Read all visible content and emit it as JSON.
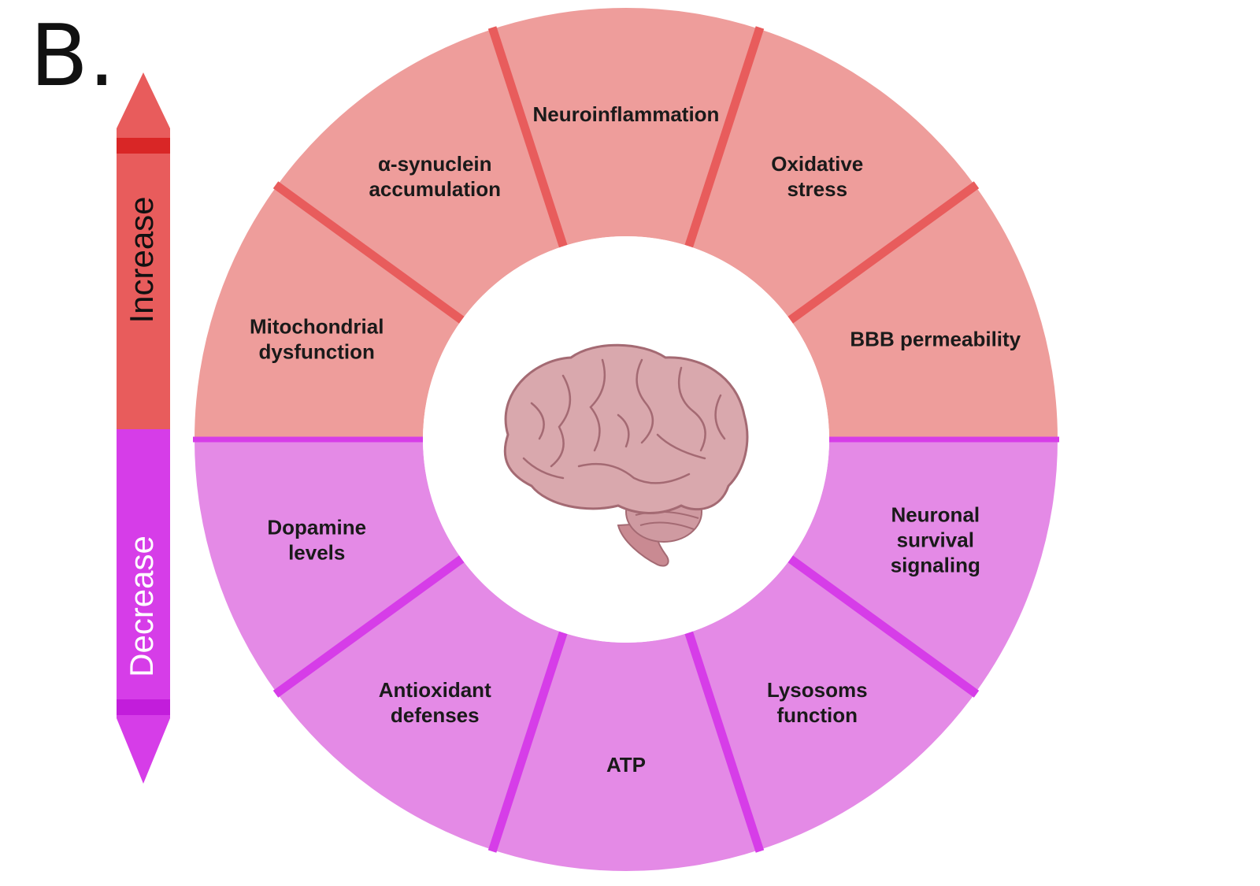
{
  "panel_letter": "B.",
  "scale": {
    "increase_label": "Increase",
    "decrease_label": "Decrease",
    "increase_color": "#e85c5c",
    "increase_band_color": "#d92626",
    "decrease_color": "#d63de8",
    "decrease_band_color": "#c21ddb"
  },
  "wheel": {
    "center_icon": "brain-icon",
    "increase": {
      "fill": "#ee9d9b",
      "divider": "#e85c5c",
      "segments": [
        {
          "label_lines": [
            "Mitochondrial",
            "dysfunction"
          ]
        },
        {
          "label_lines": [
            "α-synuclein",
            "accumulation"
          ]
        },
        {
          "label_lines": [
            "Neuroinflammation"
          ]
        },
        {
          "label_lines": [
            "Oxidative",
            "stress"
          ]
        },
        {
          "label_lines": [
            "BBB permeability"
          ]
        }
      ]
    },
    "decrease": {
      "fill": "#e48ae6",
      "divider": "#d63de8",
      "segments": [
        {
          "label_lines": [
            "Neuronal",
            "survival",
            "signaling"
          ]
        },
        {
          "label_lines": [
            "Lysosoms",
            "function"
          ]
        },
        {
          "label_lines": [
            "ATP"
          ]
        },
        {
          "label_lines": [
            "Antioxidant",
            "defenses"
          ]
        },
        {
          "label_lines": [
            "Dopamine",
            "levels"
          ]
        }
      ]
    }
  }
}
